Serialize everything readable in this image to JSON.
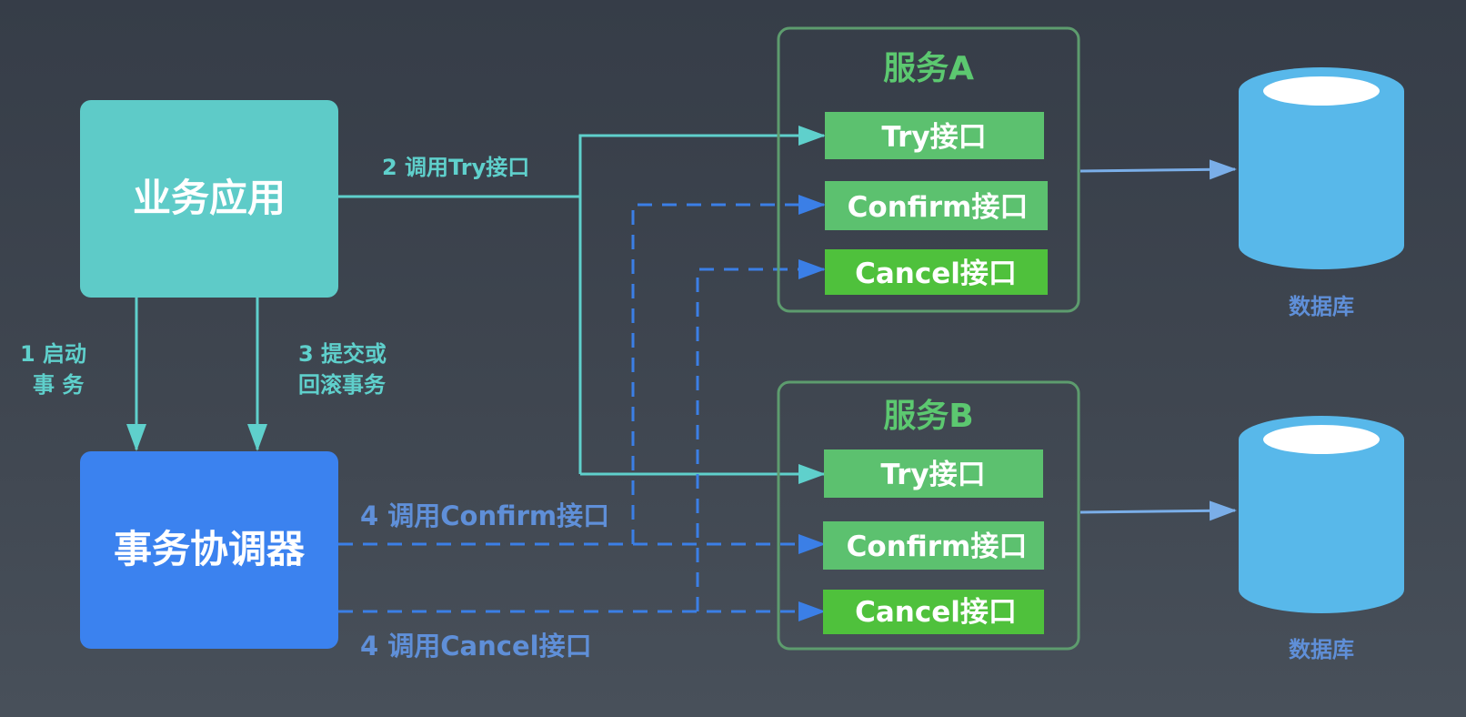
{
  "nodes": {
    "business_app": "业务应用",
    "coordinator": "事务协调器"
  },
  "labels": {
    "start_tx_line1": "1 启动",
    "start_tx_line2": "事 务",
    "commit_line1": "3 提交或",
    "commit_line2": "回滚事务",
    "call_try": "2 调用Try接口",
    "call_confirm": "4 调用Confirm接口",
    "call_cancel": "4 调用Cancel接口"
  },
  "services": [
    {
      "title": "服务A",
      "interfaces": [
        "Try接口",
        "Confirm接口",
        "Cancel接口"
      ]
    },
    {
      "title": "服务B",
      "interfaces": [
        "Try接口",
        "Confirm接口",
        "Cancel接口"
      ]
    }
  ],
  "databases": [
    "数据库",
    "数据库"
  ],
  "colors": {
    "business_app": "#5ecbc8",
    "coordinator": "#3b82ef",
    "interface_try": "#5cc16f",
    "interface_cancel": "#4fc13c",
    "service_border": "#5d9c6e",
    "teal_line": "#5fd0cc",
    "blue_dash": "#3b7fe6",
    "database": "#58b8ea"
  }
}
